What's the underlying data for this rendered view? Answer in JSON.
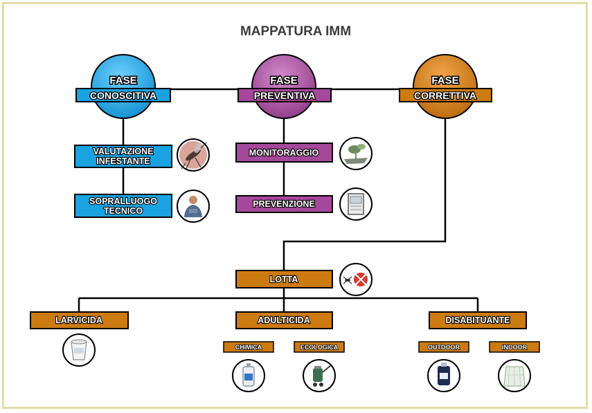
{
  "title": "MAPPATURA IMM",
  "colors": {
    "conoscitiva": "#1aa3e2",
    "preventiva": "#a5489b",
    "correttiva": "#cc7a12",
    "frame": "#e4dba6",
    "line": "#000000"
  },
  "phases": {
    "conoscitiva": {
      "word": "FASE",
      "label": "CONOSCITIVA"
    },
    "preventiva": {
      "word": "FASE",
      "label": "PREVENTIVA"
    },
    "correttiva": {
      "word": "FASE",
      "label": "CORRETTIVA"
    }
  },
  "conoscitiva_items": {
    "valutazione": {
      "line1": "VALUTAZIONE",
      "line2": "INFESTANTE",
      "icon": "mosquito-icon"
    },
    "sopralluogo": {
      "line1": "SOPRALLUOGO",
      "line2": "TECNICO",
      "icon": "technician-icon"
    }
  },
  "preventiva_items": {
    "monitoraggio": {
      "label": "MONITORAGGIO",
      "icon": "trap-icon"
    },
    "prevenzione": {
      "label": "PREVENZIONE",
      "icon": "window-screen-icon"
    }
  },
  "correttiva_items": {
    "lotta": {
      "label": "LOTTA",
      "icon": "anti-mosquito-icon"
    },
    "larvicida": {
      "label": "LARVICIDA",
      "icon": "bucket-icon"
    },
    "adulticida": {
      "label": "ADULTICIDA"
    },
    "chimica": {
      "label": "CHIMICA",
      "icon": "spray-bottle-icon"
    },
    "ecologica": {
      "label": "ECOLOGICA",
      "icon": "sprayer-icon"
    },
    "disabituante": {
      "label": "DISABITUANTE"
    },
    "outdoor": {
      "label": "OUTDOOR",
      "icon": "bottle-icon"
    },
    "indoor": {
      "label": "INDOOR",
      "icon": "net-icon"
    }
  }
}
